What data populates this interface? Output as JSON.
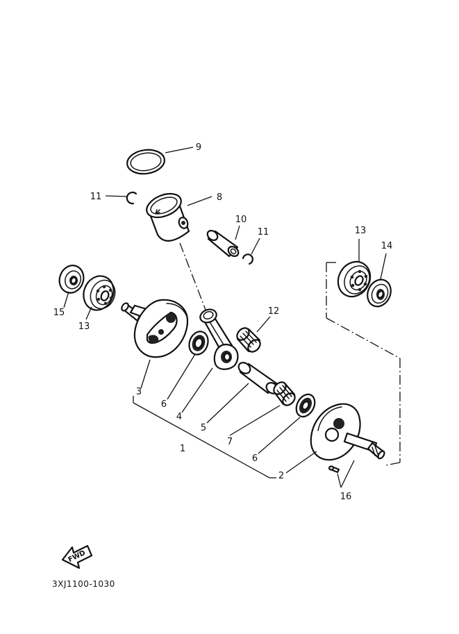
{
  "diagram": {
    "callouts": {
      "c1": "1",
      "c2": "2",
      "c3": "3",
      "c4": "4",
      "c5": "5",
      "c6a": "6",
      "c6b": "6",
      "c7": "7",
      "c8": "8",
      "c9": "9",
      "c10": "10",
      "c11a": "11",
      "c11b": "11",
      "c12": "12",
      "c13a": "13",
      "c13b": "13",
      "c14": "14",
      "c15": "15",
      "c16": "16"
    },
    "fwd_label": "FWD",
    "drawing_code": "3XJ1100-1030"
  }
}
